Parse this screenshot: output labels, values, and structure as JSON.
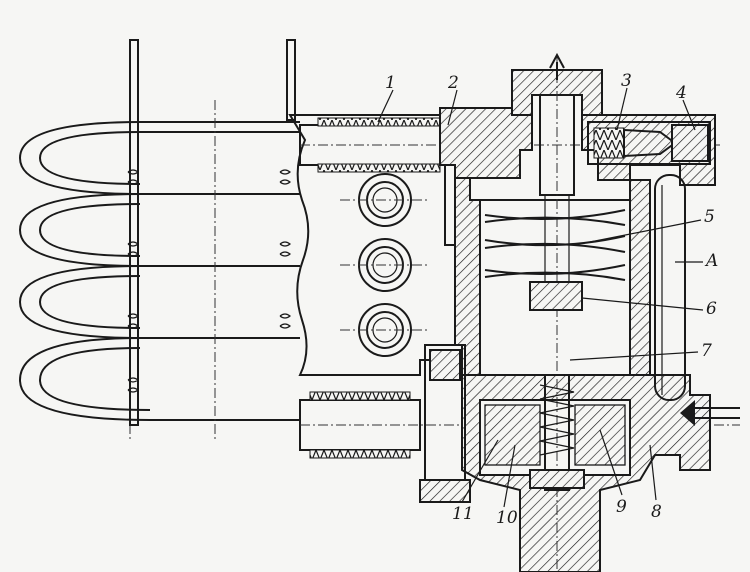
{
  "diagram": {
    "callouts": [
      "1",
      "2",
      "3",
      "4",
      "5",
      "A",
      "6",
      "7",
      "9",
      "8",
      "11",
      "10"
    ]
  }
}
